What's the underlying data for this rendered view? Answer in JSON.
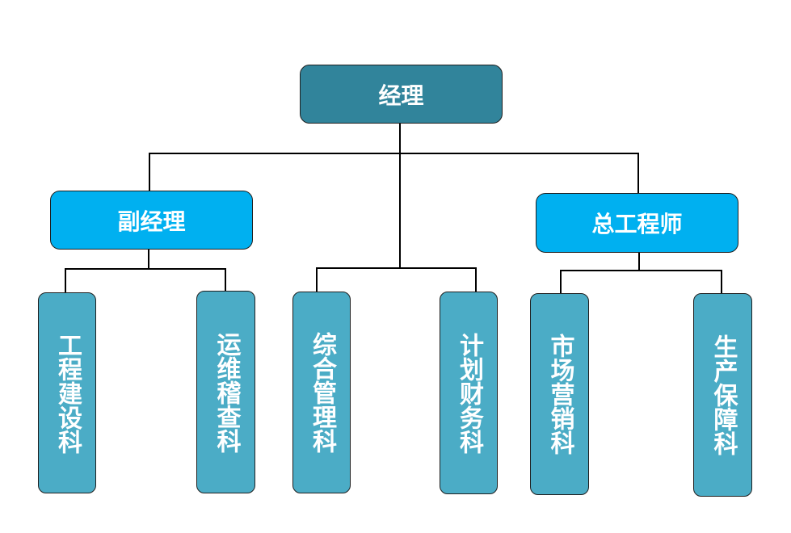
{
  "org_chart": {
    "root": {
      "label": "经理"
    },
    "deputy": {
      "label": "副经理"
    },
    "chief_engineer": {
      "label": "总工程师"
    },
    "departments": [
      {
        "label": "工程建设科"
      },
      {
        "label": "运维稽查科"
      },
      {
        "label": "综合管理科"
      },
      {
        "label": "计划财务科"
      },
      {
        "label": "市场营销科"
      },
      {
        "label": "生产保障科"
      }
    ]
  },
  "colors": {
    "root_fill": "#31849b",
    "level2_fill": "#00b0f0",
    "department_fill": "#4bacc6",
    "connector": "#000000",
    "text": "#ffffff"
  }
}
